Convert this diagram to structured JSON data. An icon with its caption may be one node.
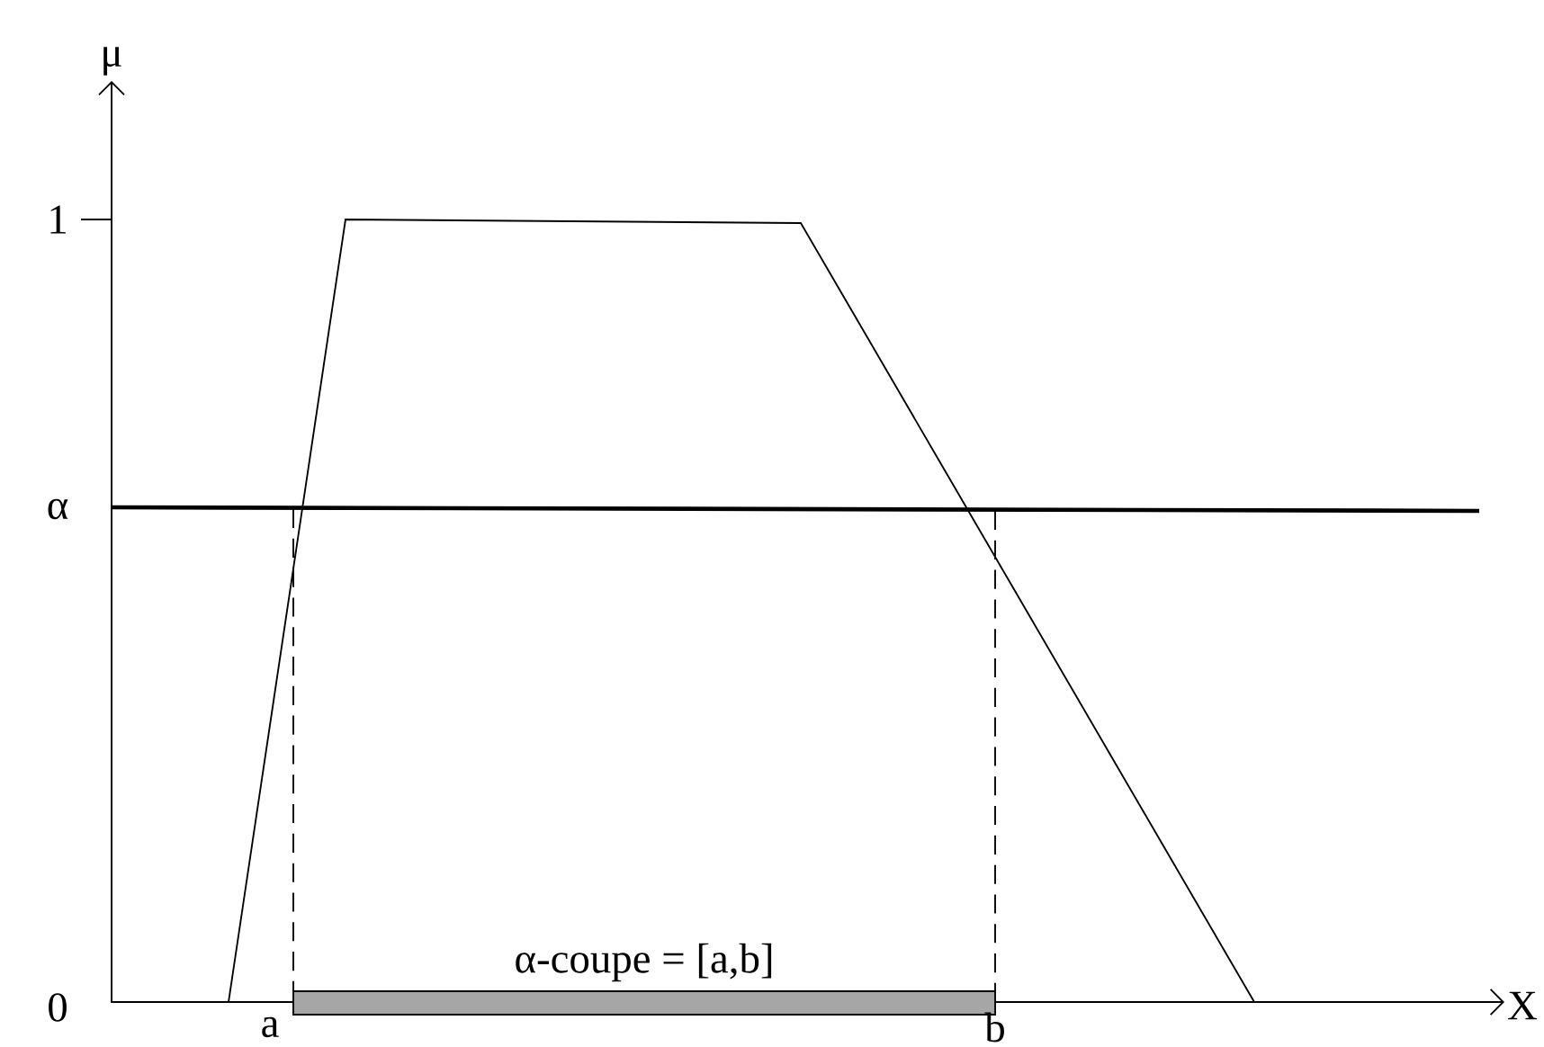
{
  "diagram": {
    "nodes": [
      {
        "text": [],
        "shape": "bar"
      }
    ],
    "labels": [
      "μ",
      "1",
      "α",
      "α-coupe = [a,b]",
      "0",
      "X",
      "a",
      "b"
    ]
  }
}
